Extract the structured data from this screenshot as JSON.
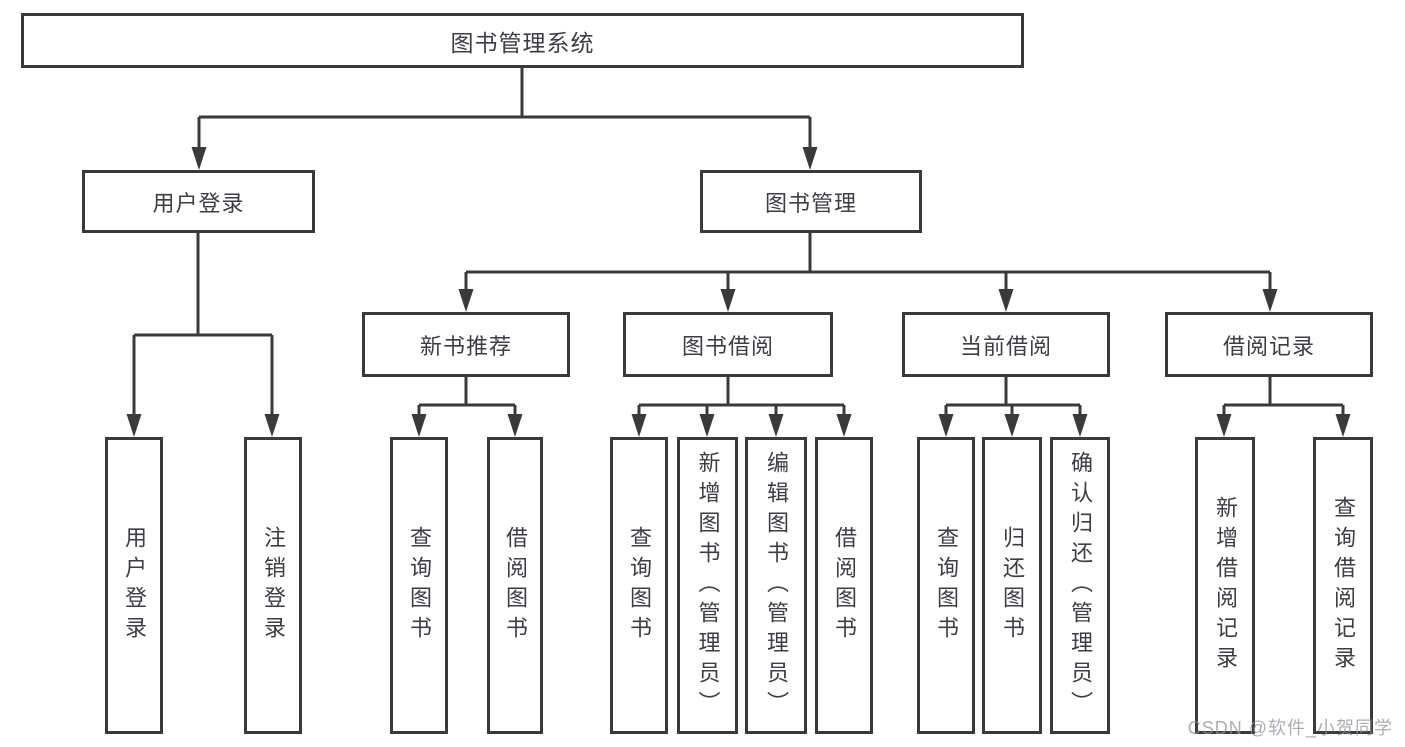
{
  "diagram": {
    "root": "图书管理系统",
    "level2": {
      "user_login": "用户登录",
      "book_management": "图书管理"
    },
    "level3": {
      "new_book_recommend": "新书推荐",
      "book_borrowing": "图书借阅",
      "current_borrowing": "当前借阅",
      "borrow_records": "借阅记录"
    },
    "leaves": {
      "user_login": "用户登录",
      "logout": "注销登录",
      "recommend_query_books": "查询图书",
      "recommend_borrow_books": "借阅图书",
      "borrowing_query_books": "查询图书",
      "borrowing_add_book_admin": "新增图书（管理员）",
      "borrowing_edit_book_admin": "编辑图书（管理员）",
      "borrowing_borrow_books": "借阅图书",
      "current_query_books": "查询图书",
      "current_return_books": "归还图书",
      "current_confirm_return_admin": "确认归还（管理员）",
      "records_add_record": "新增借阅记录",
      "records_query_record": "查询借阅记录"
    }
  },
  "watermark": "CSDN @软件_小贺同学",
  "colors": {
    "line": "#3a3a3a",
    "text": "#3d3d44",
    "watermark": "#91939b",
    "background": "#ffffff"
  }
}
